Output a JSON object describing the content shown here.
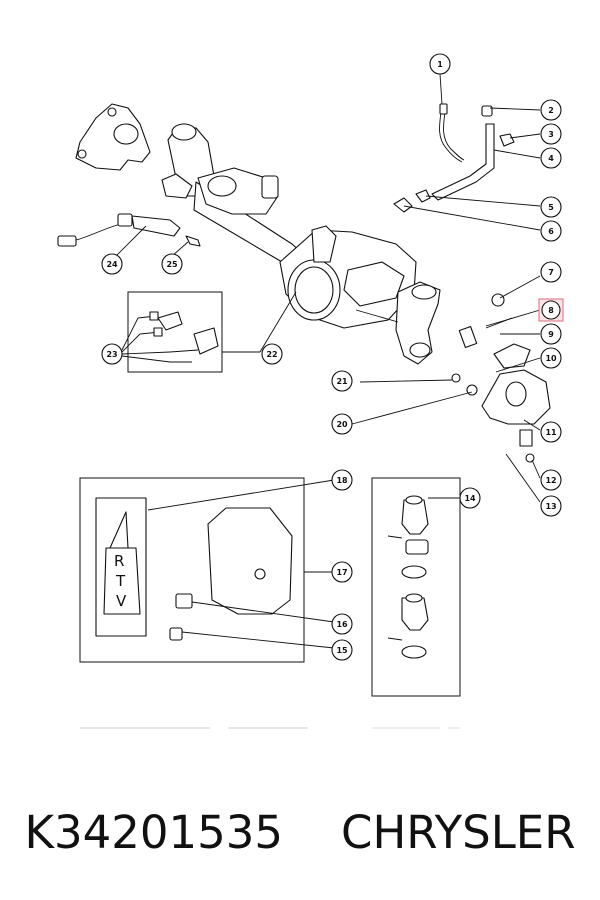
{
  "diagram": {
    "callouts": [
      "1",
      "2",
      "3",
      "4",
      "5",
      "6",
      "7",
      "8",
      "9",
      "10",
      "11",
      "12",
      "13",
      "14",
      "15",
      "16",
      "17",
      "18",
      "20",
      "21",
      "22",
      "23",
      "24",
      "25"
    ],
    "highlighted_callout": "8",
    "rtv_tube": {
      "letters": [
        "R",
        "T",
        "V"
      ]
    }
  },
  "footer": {
    "part_number": "K34201535",
    "brand": "CHRYSLER"
  }
}
